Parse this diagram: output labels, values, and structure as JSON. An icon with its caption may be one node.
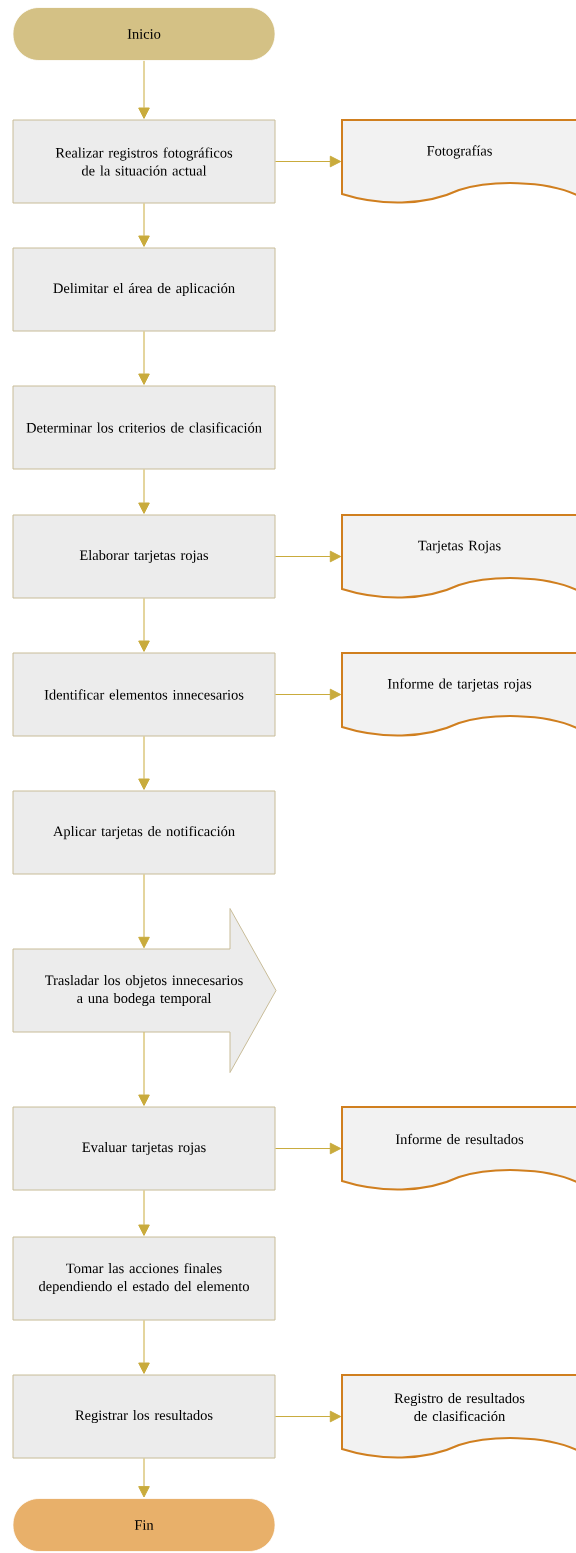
{
  "diagram": {
    "nodes": [
      {
        "text": [
          "Inicio"
        ]
      },
      {
        "text": [
          "Realizar registros fotográficos de la situación actual"
        ]
      },
      {
        "text": [
          "Fotografías"
        ]
      },
      {
        "text": [
          "Delimitar el área de aplicación"
        ]
      },
      {
        "text": [
          "Determinar los criterios de clasificación"
        ]
      },
      {
        "text": [
          "Elaborar tarjetas rojas"
        ]
      },
      {
        "text": [
          "Tarjetas Rojas"
        ]
      },
      {
        "text": [
          "Identificar elementos innecesarios"
        ]
      },
      {
        "text": [
          "Informe de tarjetas rojas"
        ]
      },
      {
        "text": [
          "Aplicar tarjetas de notificación"
        ]
      },
      {
        "text": [
          "Trasladar los objetos innecesarios a una bodega temporal"
        ]
      },
      {
        "text": [
          "Evaluar tarjetas rojas"
        ]
      },
      {
        "text": [
          "Informe de resultados"
        ]
      },
      {
        "text": [
          "Tomar las acciones finales dependiendo el estado del elemento"
        ]
      },
      {
        "text": [
          "Registrar los resultados"
        ]
      },
      {
        "text": [
          "Registro de resultados de clasificación"
        ]
      },
      {
        "text": [
          "Fin"
        ]
      }
    ],
    "edges": [
      {
        "from": 0,
        "to": 1,
        "arrow": "to"
      },
      {
        "from": 1,
        "to": 2,
        "arrow": "to"
      },
      {
        "from": 1,
        "to": 3,
        "arrow": "to"
      },
      {
        "from": 3,
        "to": 4,
        "arrow": "to"
      },
      {
        "from": 4,
        "to": 5,
        "arrow": "to"
      },
      {
        "from": 5,
        "to": 6,
        "arrow": "to"
      },
      {
        "from": 5,
        "to": 7,
        "arrow": "to"
      },
      {
        "from": 7,
        "to": 8,
        "arrow": "to"
      },
      {
        "from": 7,
        "to": 9,
        "arrow": "to"
      },
      {
        "from": 9,
        "to": 10,
        "arrow": "to"
      },
      {
        "from": 10,
        "to": 11,
        "arrow": "to"
      },
      {
        "from": 11,
        "to": 12,
        "arrow": "to"
      },
      {
        "from": 11,
        "to": 13,
        "arrow": "to"
      },
      {
        "from": 13,
        "to": 14,
        "arrow": "to"
      },
      {
        "from": 14,
        "to": 15,
        "arrow": "to"
      },
      {
        "from": 14,
        "to": 16,
        "arrow": "to"
      }
    ]
  }
}
